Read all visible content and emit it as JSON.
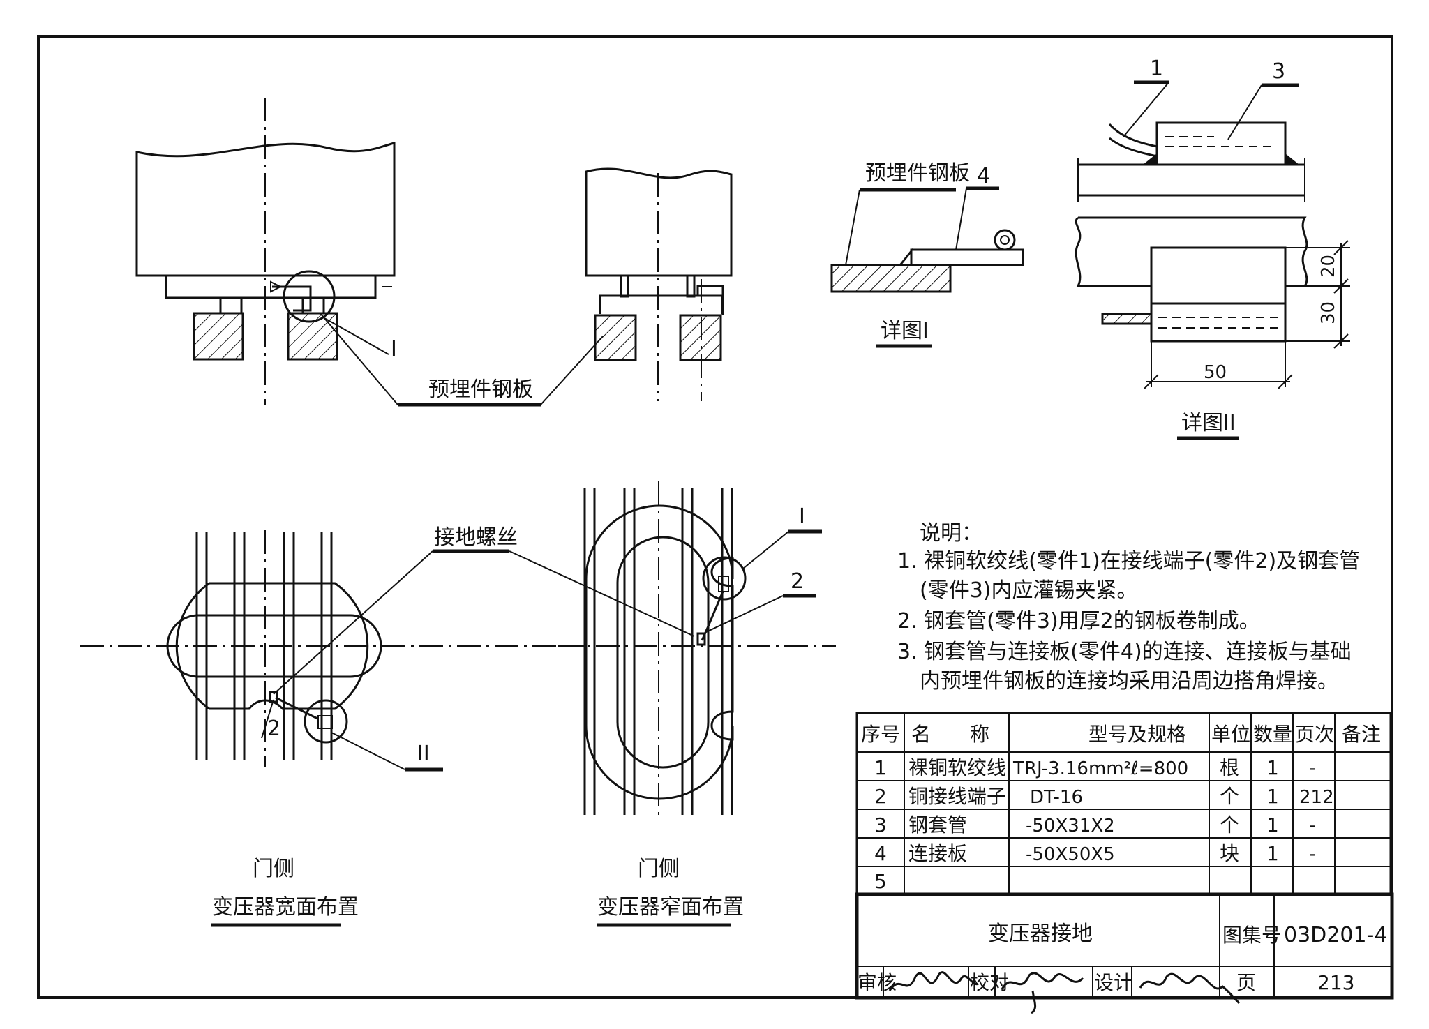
{
  "labels": {
    "embedded_plate_top": "预埋件钢板",
    "embedded_plate_detail": "预埋件钢板",
    "detail_1_title": "详图I",
    "detail_2_title": "详图II",
    "ground_screw": "接地螺丝",
    "roman_1_left": "I",
    "roman_1_right": "I",
    "roman_2": "II",
    "part_1": "1",
    "part_2_left": "2",
    "part_2_right": "2",
    "part_3": "3",
    "part_4": "4",
    "dim_20": "20",
    "dim_30": "30",
    "dim_50": "50",
    "door_side_left": "门侧",
    "door_side_right": "门侧",
    "caption_wide": "变压器宽面布置",
    "caption_narrow": "变压器窄面布置"
  },
  "notes": {
    "heading": "说明：",
    "line1": "1. 裸铜软绞线(零件1)在接线端子(零件2)及钢套管",
    "line2": "(零件3)内应灌锡夹紧。",
    "line3": "2. 钢套管(零件3)用厚2的钢板卷制成。",
    "line4": "3. 钢套管与连接板(零件4)的连接、连接板与基础",
    "line5": "内预埋件钢板的连接均采用沿周边搭角焊接。"
  },
  "parts_table": {
    "headers": [
      "序号",
      "名　　称",
      "型号及规格",
      "单位",
      "数量",
      "页次",
      "备注"
    ],
    "rows": [
      [
        "1",
        "裸铜软绞线",
        "TRJ-3.16mm²ℓ=800",
        "根",
        "1",
        "-",
        ""
      ],
      [
        "2",
        "铜接线端子",
        "DT-16",
        "个",
        "1",
        "212",
        ""
      ],
      [
        "3",
        "钢套管",
        "-50X31X2",
        "个",
        "1",
        "-",
        ""
      ],
      [
        "4",
        "连接板",
        "-50X50X5",
        "块",
        "1",
        "-",
        ""
      ],
      [
        "5",
        "",
        "",
        "",
        "",
        "",
        ""
      ]
    ]
  },
  "title_block": {
    "drawing_title": "变压器接地",
    "atlas_label": "图集号",
    "atlas_number": "03D201-4",
    "review_label": "审核",
    "check_label": "校对",
    "design_label": "设计",
    "page_label": "页",
    "page_number": "213"
  }
}
